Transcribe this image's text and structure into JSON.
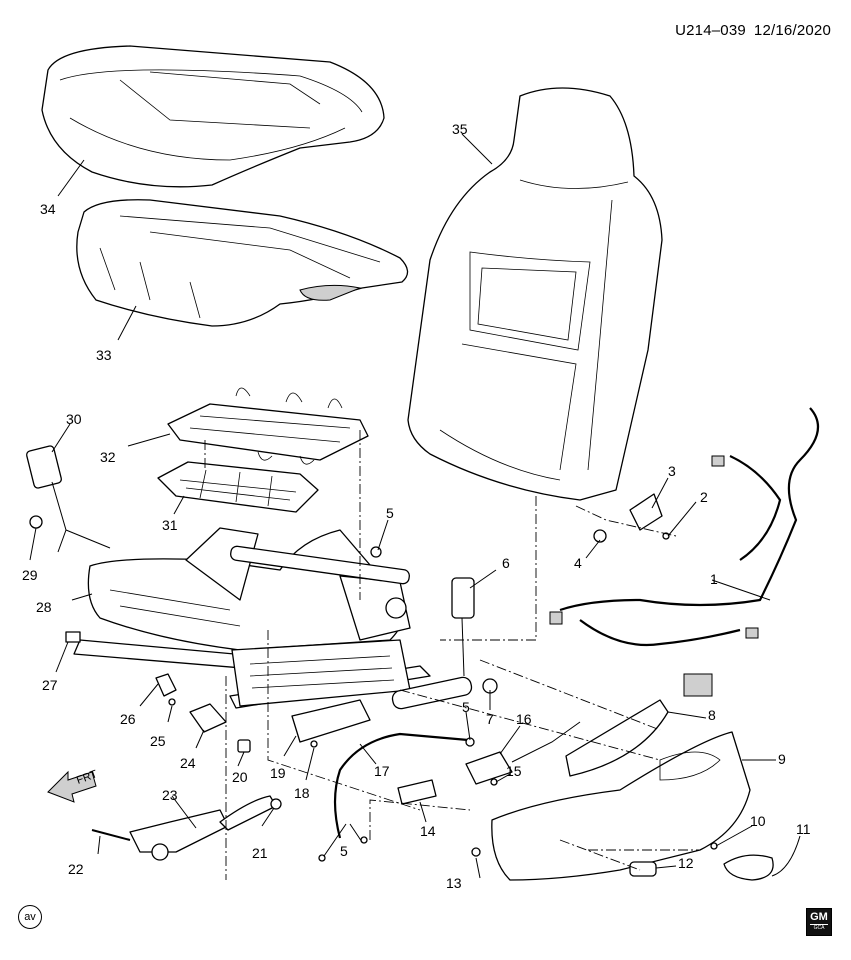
{
  "header": {
    "diagram_id": "U214–039",
    "date": "12/16/2020"
  },
  "badge_text": "av",
  "brand": {
    "mark": "GM",
    "sub": "GCA"
  },
  "direction_label": "FRT",
  "callouts": {
    "c1": "1",
    "c2": "2",
    "c3": "3",
    "c4": "4",
    "c5a": "5",
    "c5b": "5",
    "c5c": "5",
    "c6": "6",
    "c7": "7",
    "c8": "8",
    "c9": "9",
    "c10": "10",
    "c11": "11",
    "c12": "12",
    "c13": "13",
    "c14": "14",
    "c15": "15",
    "c16": "16",
    "c17": "17",
    "c18": "18",
    "c19": "19",
    "c20": "20",
    "c21": "21",
    "c22": "22",
    "c23": "23",
    "c24": "24",
    "c25": "25",
    "c26": "26",
    "c27": "27",
    "c28": "28",
    "c29": "29",
    "c30": "30",
    "c31": "31",
    "c32": "32",
    "c33": "33",
    "c34": "34",
    "c35": "35"
  }
}
